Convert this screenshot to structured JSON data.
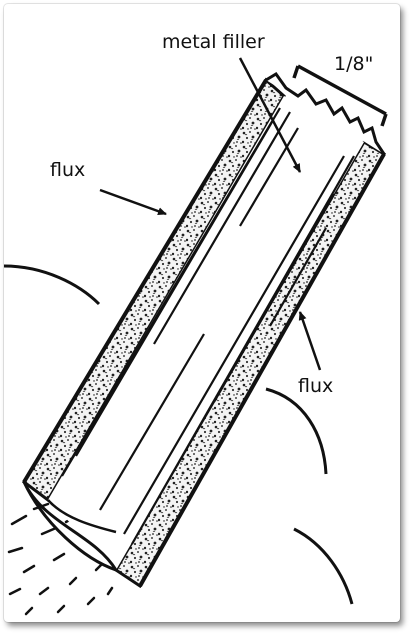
{
  "diagram": {
    "labels": {
      "metal_filler": "metal filler",
      "diameter": "1/8\"",
      "flux_upper": "flux",
      "flux_lower": "flux"
    },
    "colors": {
      "ink": "#111111",
      "flux_fill": "#f2f2f2",
      "background": "#ffffff"
    }
  }
}
